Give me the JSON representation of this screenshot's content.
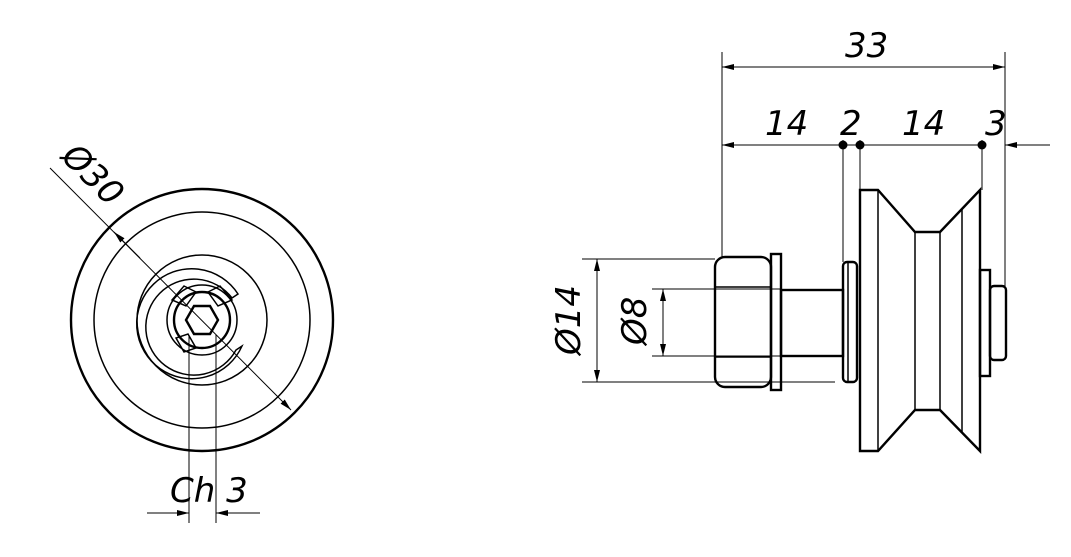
{
  "front_view": {
    "diameter_label": "Ø30",
    "chamfer_label": "Ch 3"
  },
  "side_view": {
    "overall_length": "33",
    "segment_1": "14",
    "segment_2": "2",
    "segment_3": "14",
    "segment_4": "3",
    "outer_diameter": "Ø14",
    "inner_diameter": "Ø8"
  }
}
